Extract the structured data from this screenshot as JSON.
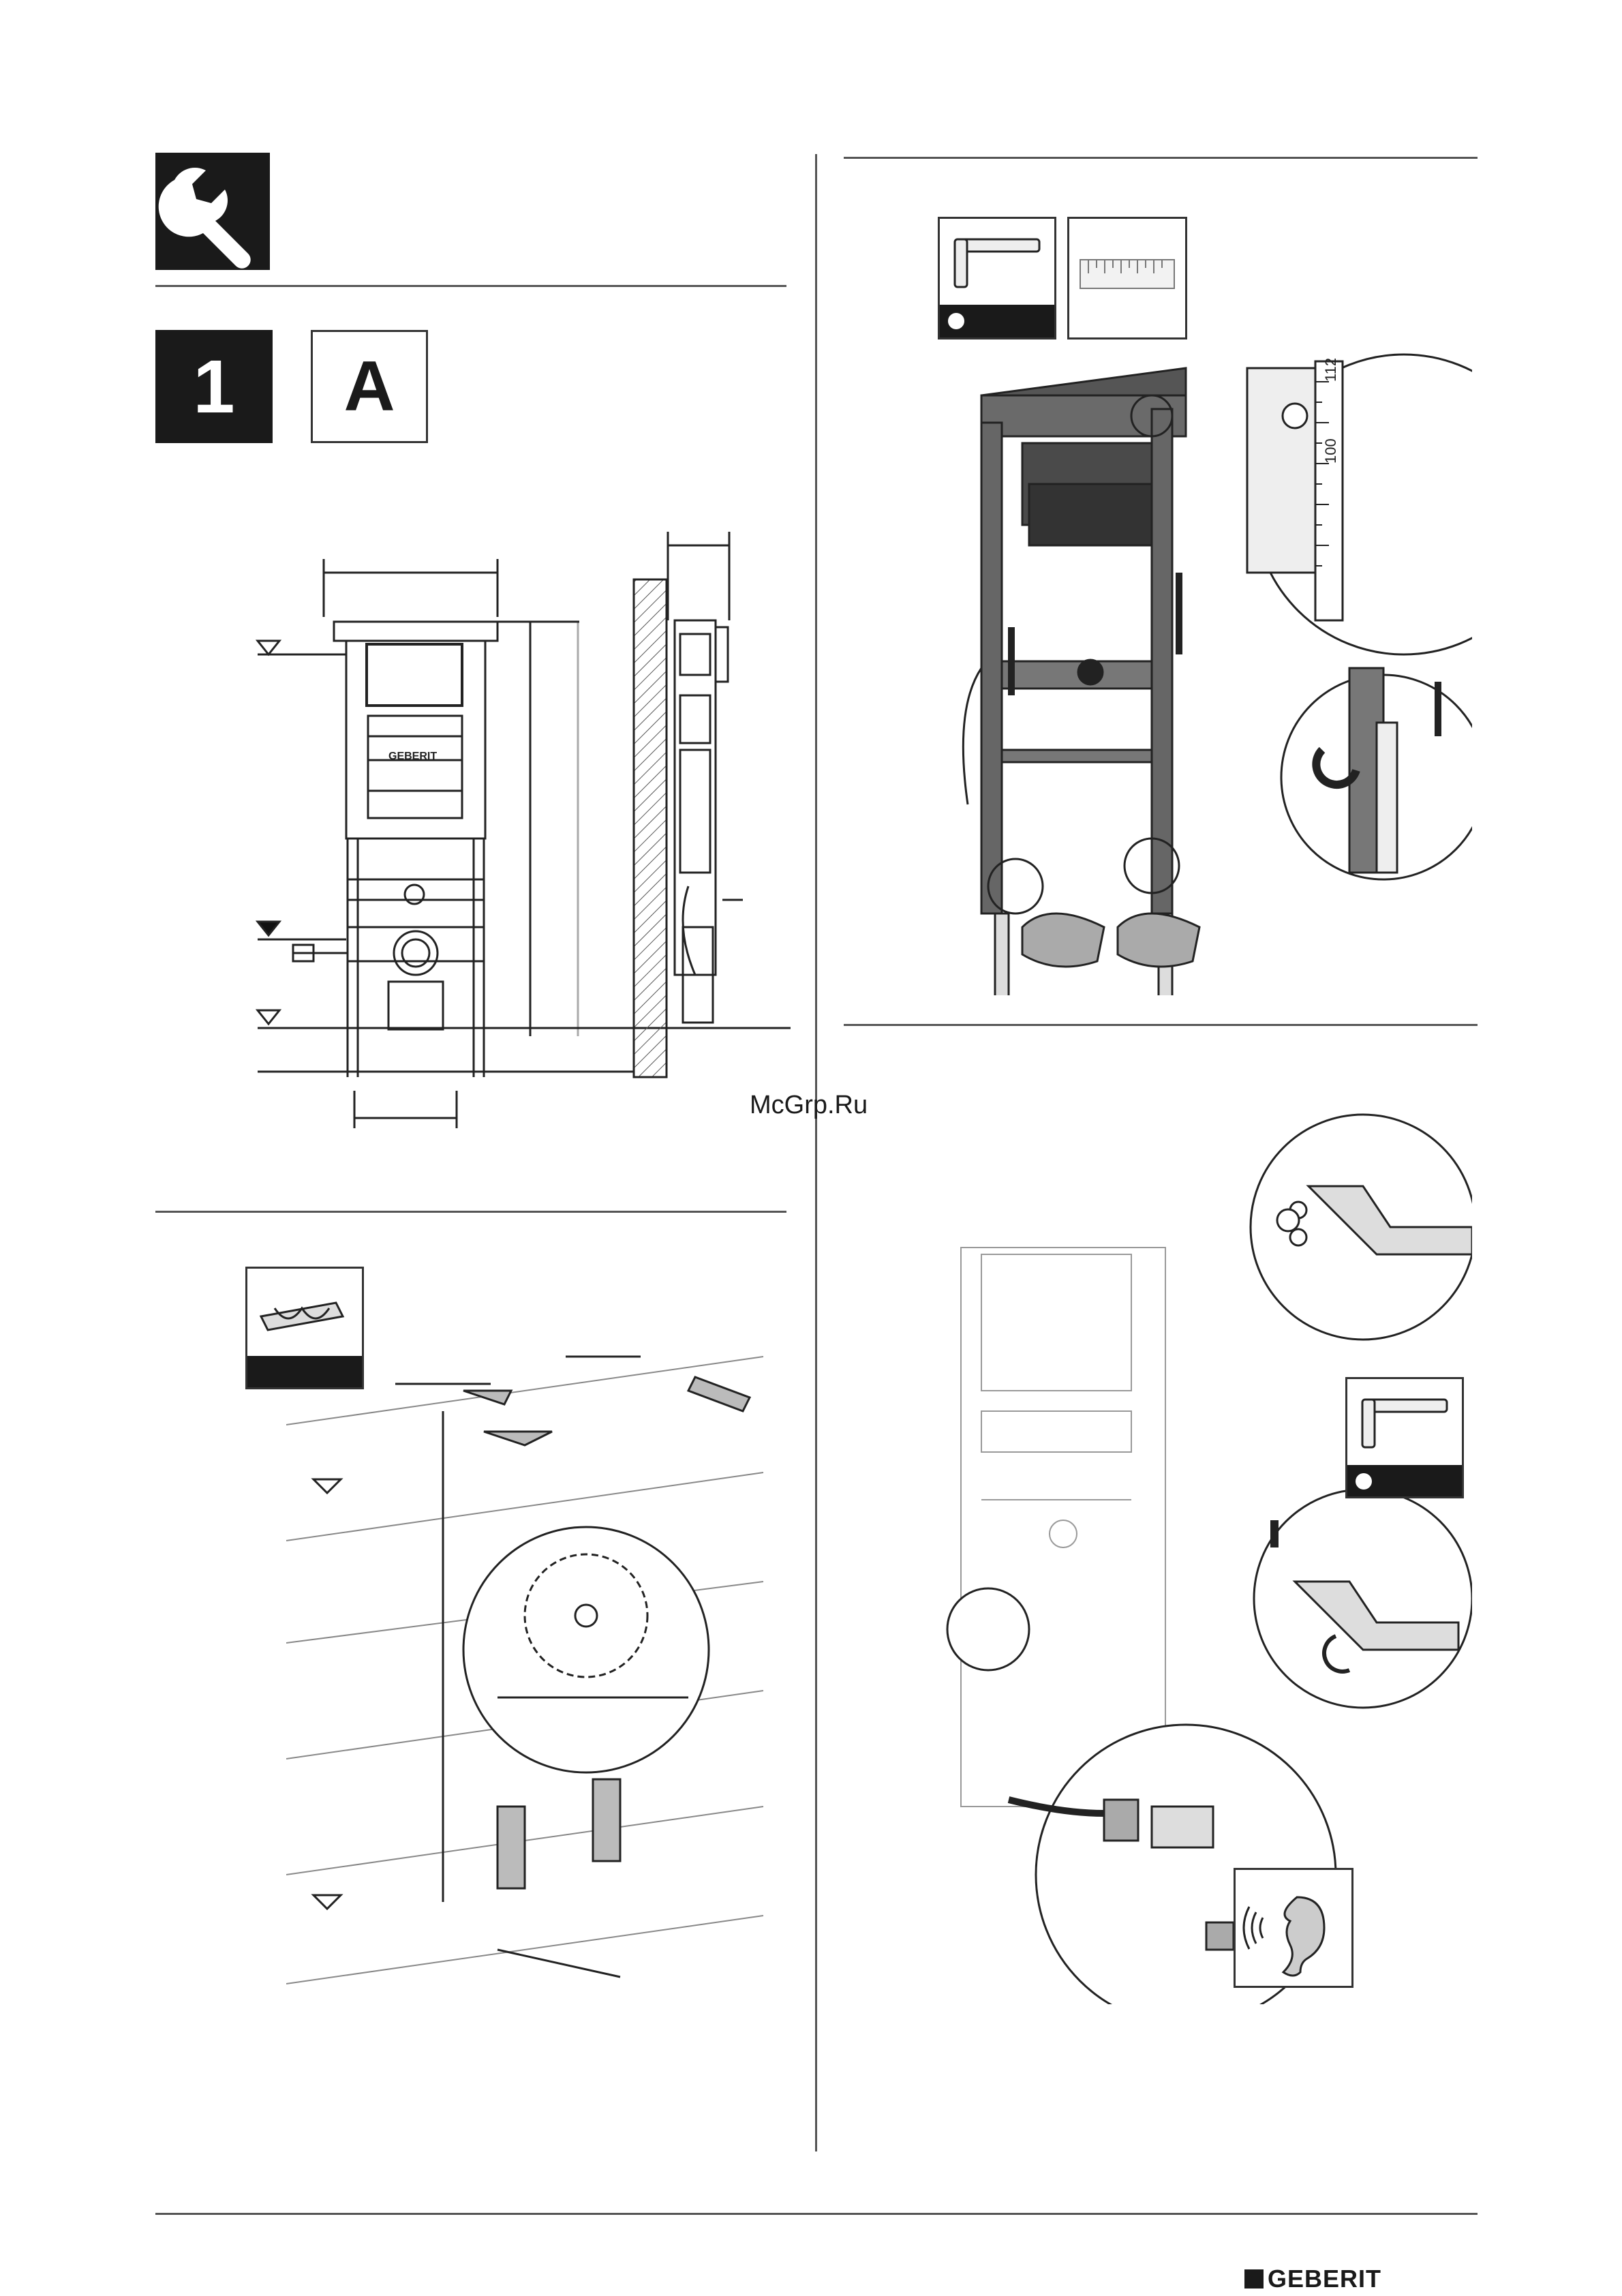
{
  "step": {
    "number": "1",
    "letter": "A"
  },
  "watermark": "McGrp.Ru",
  "brand": {
    "logo_text": "GEBERIT"
  },
  "figure_labels": {
    "frame_brand": "GEBERIT",
    "scale_100": "100",
    "scale_112": "112"
  },
  "icons": [
    "wrench-icon",
    "torx-key-icon",
    "ruler-icon",
    "drill-bit-icon",
    "ear-icon"
  ]
}
